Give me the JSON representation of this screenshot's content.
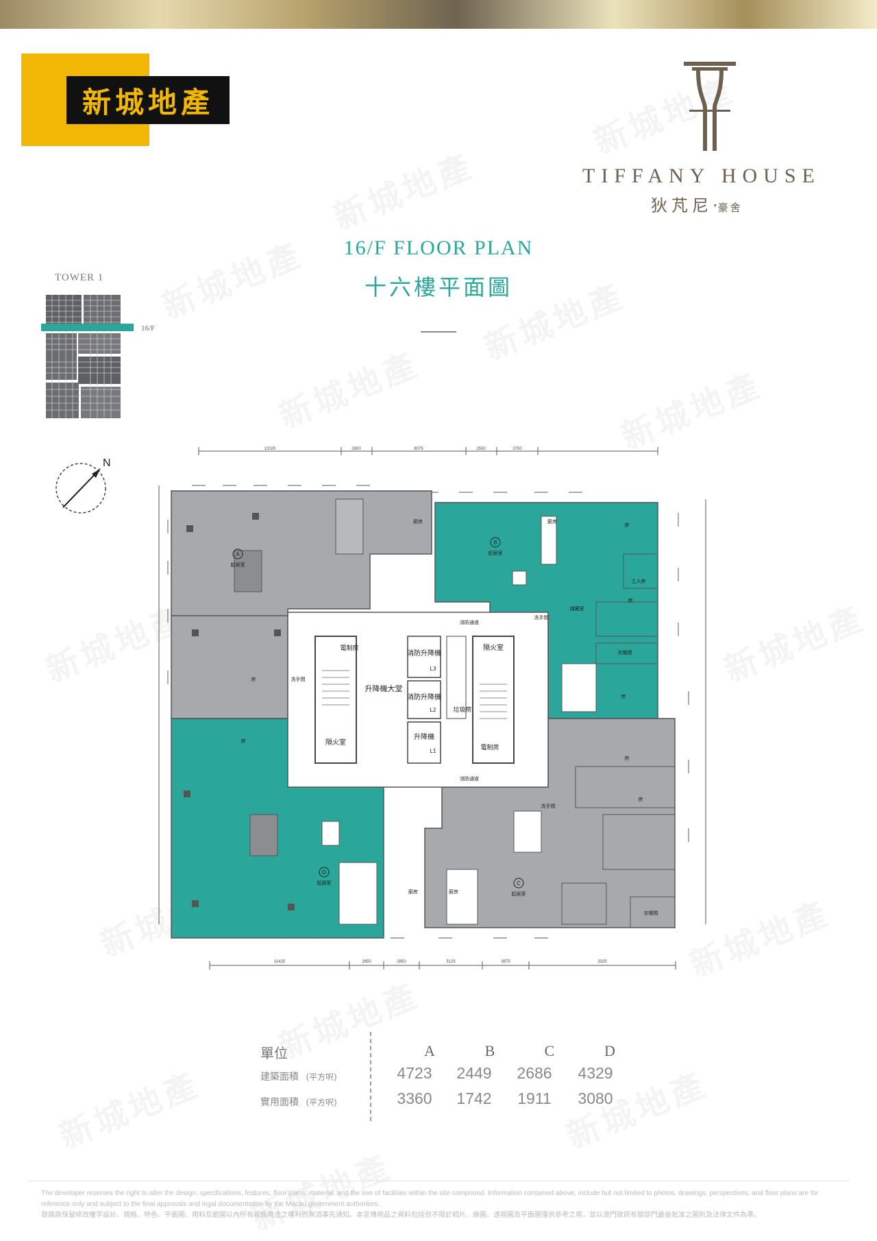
{
  "developer_logo": {
    "text": "新城地產",
    "color_bg": "#f2b705",
    "color_box": "#111111"
  },
  "brand": {
    "name_en": "TIFFANY HOUSE",
    "name_cn": "狄芃尼",
    "name_cn_suffix": "豪舍"
  },
  "title": {
    "en": "16/F FLOOR PLAN",
    "cn": "十六樓平面圖",
    "accent_color": "#2aa79a"
  },
  "tower": {
    "label": "TOWER 1",
    "floor": "16/F"
  },
  "compass": {
    "label": "N"
  },
  "plan": {
    "units": [
      {
        "id": "A",
        "label": "起居室",
        "color": "#a7a9ac"
      },
      {
        "id": "B",
        "label": "起居室",
        "color": "#2aa79a"
      },
      {
        "id": "C",
        "label": "起居室",
        "color": "#a7a9ac"
      },
      {
        "id": "D",
        "label": "起居室",
        "color": "#2aa79a"
      }
    ],
    "core_labels": [
      "升降機大堂",
      "消防升降機",
      "消防升降機",
      "升降機",
      "隔火室",
      "隔火室",
      "電制房",
      "電制房",
      "垃圾房",
      "消防通道",
      "消防通道"
    ],
    "lift_ids": [
      "L3",
      "L2",
      "L1"
    ],
    "room_labels": [
      "房",
      "房",
      "房",
      "房",
      "房",
      "房",
      "房",
      "廚房",
      "廚房",
      "廚房",
      "廚房",
      "洗手間",
      "洗手間",
      "洗手間",
      "工人房",
      "儲藏室",
      "衣帽間",
      "衣帽間"
    ],
    "top_dimensions": [
      "12020",
      "2800",
      "8075",
      "2550",
      "3700"
    ],
    "bottom_dimensions": [
      "11425",
      "2850",
      "2850",
      "5125",
      "3875",
      "3325"
    ]
  },
  "area_table": {
    "header_label": "單位",
    "units": [
      "A",
      "B",
      "C",
      "D"
    ],
    "gross_label": "建築面積",
    "gross_unit": "(平方呎)",
    "gross": [
      "4723",
      "2449",
      "2686",
      "4329"
    ],
    "saleable_label": "實用面積",
    "saleable_unit": "(平方呎)",
    "saleable": [
      "3360",
      "1742",
      "1911",
      "3080"
    ]
  },
  "disclaimer": {
    "en": "The developer reserves the right to alter the design, specifications, features, floor plans, material, and the use of facilities within the site compound. Information contained above, include but not limited to photos, drawings, perspectives, and floor plans are for reference only and subject to the final approvals and legal documentation by the Macau government authorities.",
    "cn": "發展商保留修改樓宇設計、規格、特色、平面圖、用料及範圍以內所有設施用途之權利而無須事先通知。本宣傳用品之資料包括但不限於相片、繪圖、透視圖及平面圖僅供參考之用，並以澳門政府有關部門最後批准之圖則及法律文件為準。"
  },
  "watermark": "新城地產"
}
